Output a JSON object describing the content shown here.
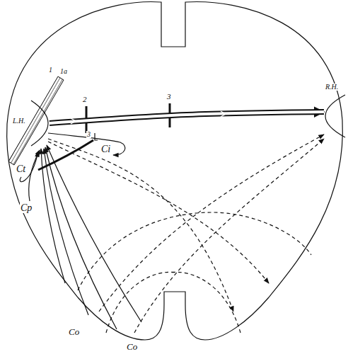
{
  "diagram": {
    "nodes": [
      {
        "text": [
          "L.H."
        ]
      },
      {
        "text": [
          "R.H."
        ]
      }
    ],
    "edges": [
      {
        "from": 0,
        "to": 1,
        "arrow": "to"
      }
    ],
    "labels": [
      "1",
      "1a",
      "2",
      "3",
      "3",
      "Ci",
      "Ct",
      "Cp",
      "Co",
      "Co"
    ]
  }
}
